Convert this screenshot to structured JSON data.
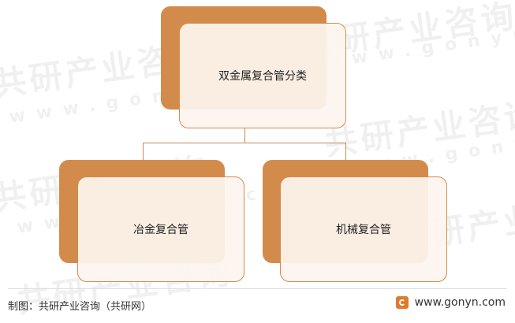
{
  "diagram": {
    "root": {
      "label": "双金属复合管分类"
    },
    "children": [
      {
        "label": "冶金复合管"
      },
      {
        "label": "机械复合管"
      }
    ]
  },
  "footer": {
    "source": "制图：共研产业咨询（共研网）",
    "website": "www.gonyn.com"
  },
  "watermark": {
    "brand": "共研产业咨询",
    "domain": "www.gonyn.com"
  },
  "colors": {
    "accent": "#d38b4c",
    "box_fill": "#fdf5ef"
  }
}
